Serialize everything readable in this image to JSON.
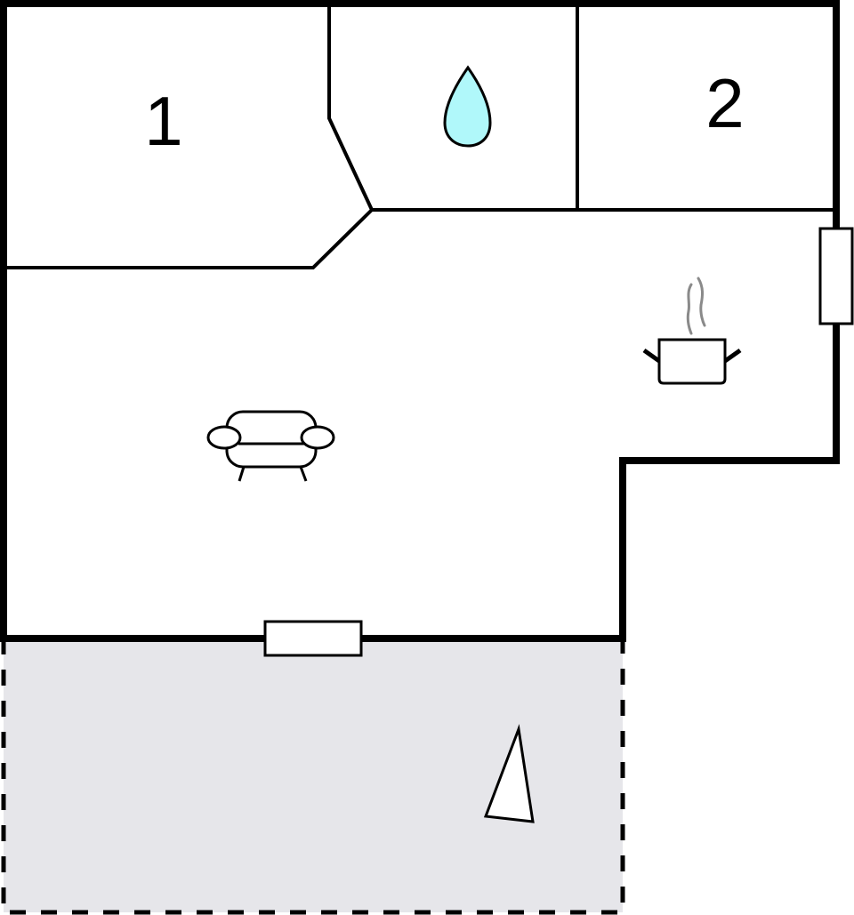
{
  "diagram": {
    "type": "floor-plan",
    "colors": {
      "wall": "#000000",
      "background": "#ffffff",
      "terrace_fill": "#e6e6ea",
      "water_drop": "#b0f8fa",
      "steam": "#8a8a8a"
    },
    "rooms": [
      {
        "id": "bedroom-1",
        "label": "1"
      },
      {
        "id": "bathroom",
        "icon": "water-drop-icon"
      },
      {
        "id": "bedroom-2",
        "label": "2"
      },
      {
        "id": "living-area",
        "icon": "sofa-icon"
      },
      {
        "id": "kitchen",
        "icon": "cooking-pot-icon"
      },
      {
        "id": "terrace",
        "icon": "parasol-icon"
      }
    ],
    "openings": [
      {
        "id": "window-east",
        "type": "window"
      },
      {
        "id": "door-terrace",
        "type": "door"
      }
    ]
  }
}
